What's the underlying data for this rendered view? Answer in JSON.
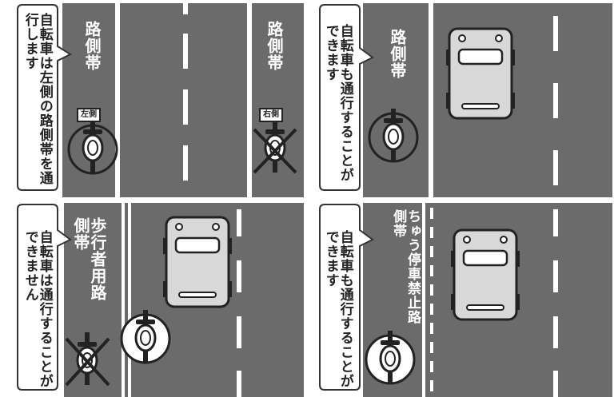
{
  "panels": [
    {
      "bubble": "自転車は左側の路側帯を通行します",
      "road_left": "路側帯",
      "road_right": "路側帯",
      "tag_left": "左側",
      "tag_right": "右側"
    },
    {
      "bubble": "自転車も通行することができます",
      "road": "路側帯"
    },
    {
      "bubble": "自転車は通行することができません",
      "road": "歩行者用路側帯"
    },
    {
      "bubble": "自転車も通行することができます",
      "road": "ちゅう停車禁止路側帯"
    }
  ],
  "colors": {
    "road": "#6b6b6b",
    "line": "#ffffff",
    "ink": "#222222"
  }
}
